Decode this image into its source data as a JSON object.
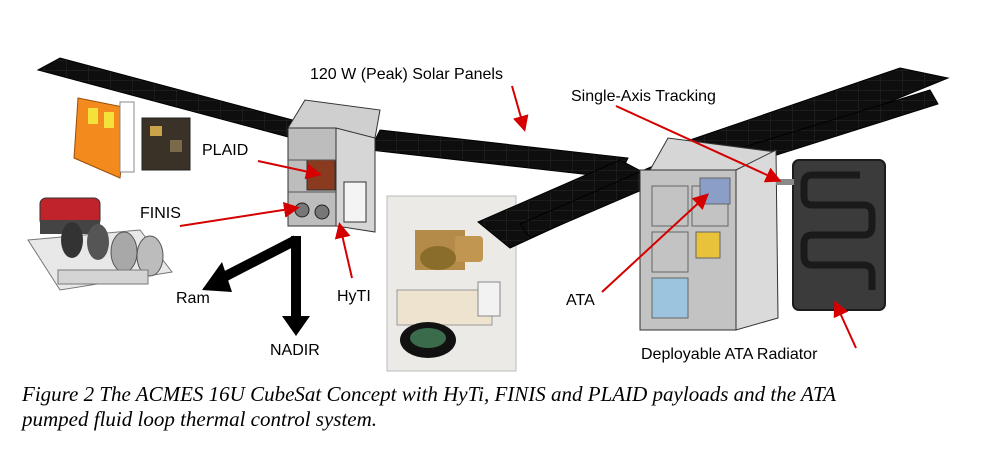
{
  "labels": {
    "solar_panels": "120 W (Peak) Solar Panels",
    "single_axis": "Single-Axis Tracking",
    "plaid": "PLAID",
    "finis": "FINIS",
    "ram": "Ram",
    "hyti": "HyTI",
    "nadir": "NADIR",
    "ata": "ATA",
    "radiator": "Deployable ATA Radiator"
  },
  "caption": {
    "line1": "Figure 2 The ACMES 16U CubeSat Concept with HyTi, FINIS and PLAID payloads and the ATA",
    "line2": "pumped fluid loop thermal control system."
  },
  "colors": {
    "solar_panel": "#111111",
    "pointer_line": "#d40000",
    "bus_frame": "#9a9a9a",
    "plaid_board": "#f28a1e",
    "finis_red": "#c0232a",
    "radiator": "#444444"
  }
}
